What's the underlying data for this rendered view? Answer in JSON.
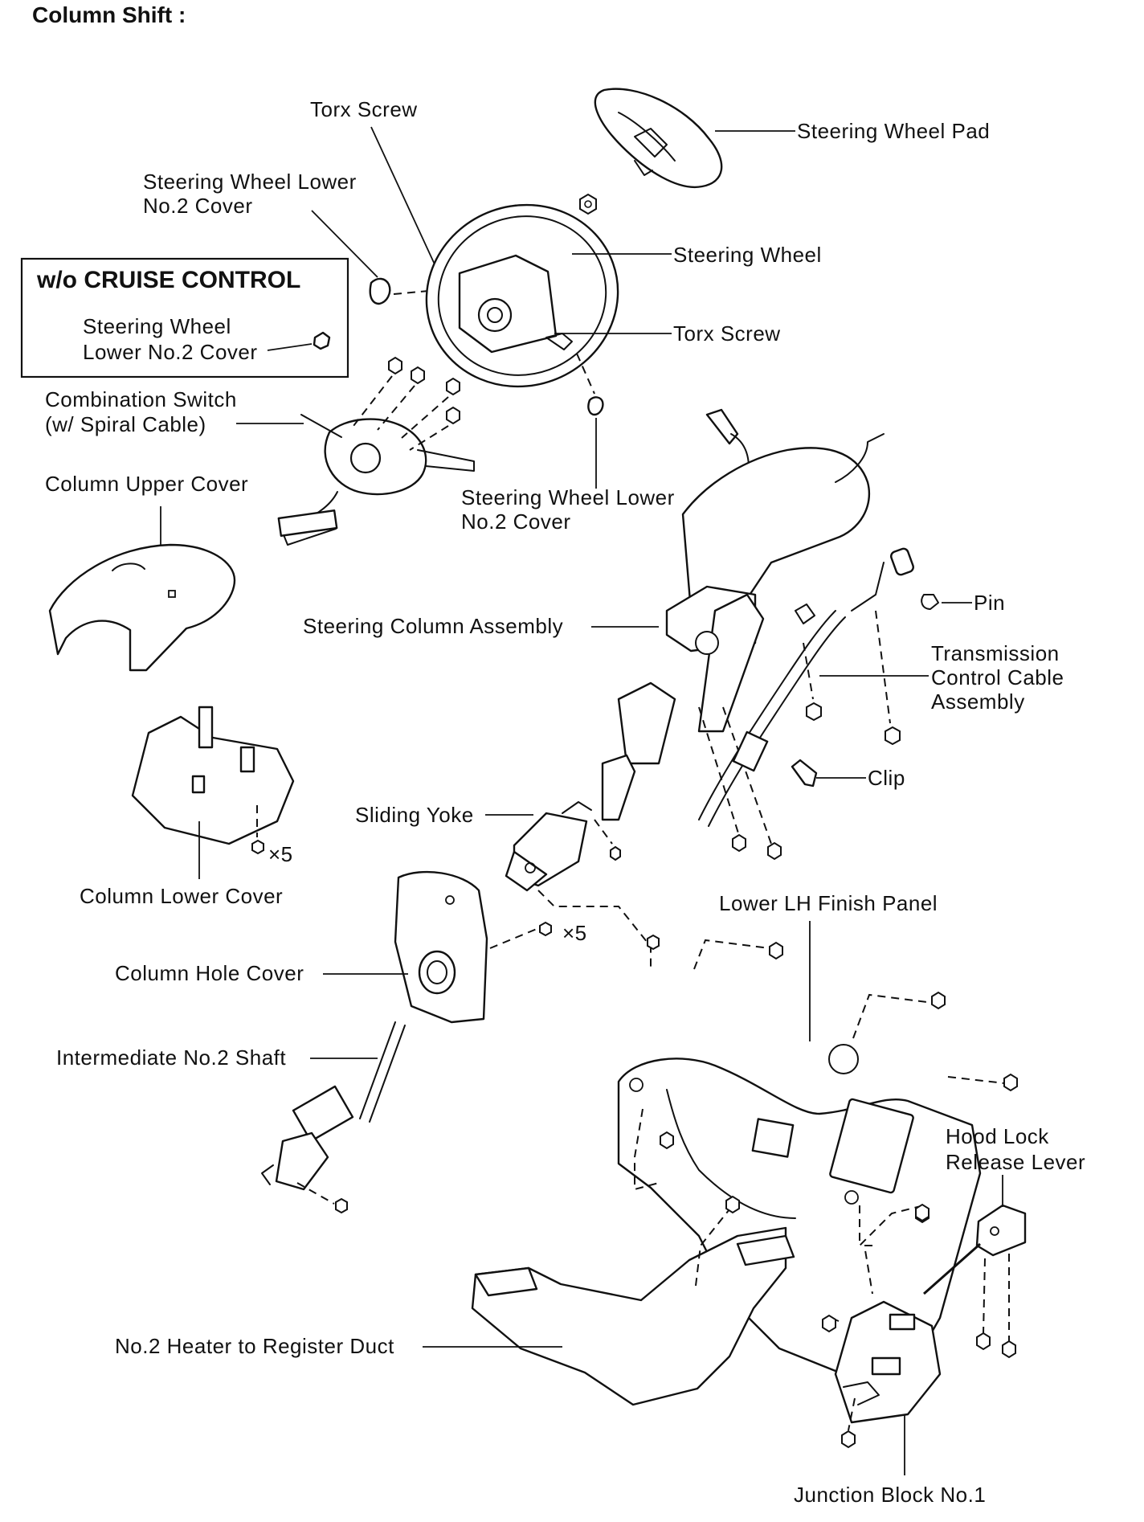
{
  "title": "Column Shift :",
  "inset_box": {
    "title": "w/o CRUISE CONTROL",
    "label_line1": "Steering Wheel",
    "label_line2": "Lower No.2 Cover"
  },
  "labels": {
    "torx_screw_top": "Torx Screw",
    "steering_wheel_pad": "Steering Wheel Pad",
    "sw_lower_no2_cover_a_line1": "Steering Wheel Lower",
    "sw_lower_no2_cover_a_line2": "No.2 Cover",
    "steering_wheel": "Steering Wheel",
    "torx_screw_right": "Torx Screw",
    "combination_switch_line1": "Combination Switch",
    "combination_switch_line2": "(w/  Spiral Cable)",
    "column_upper_cover": "Column Upper Cover",
    "sw_lower_no2_cover_b_line1": "Steering Wheel Lower",
    "sw_lower_no2_cover_b_line2": "No.2 Cover",
    "pin": "Pin",
    "steering_column_assembly": "Steering Column Assembly",
    "transmission_cable_line1": "Transmission",
    "transmission_cable_line2": "Control Cable",
    "transmission_cable_line3": "Assembly",
    "clip": "Clip",
    "sliding_yoke": "Sliding Yoke",
    "qty_x5_lower": "×5",
    "column_lower_cover": "Column Lower Cover",
    "lower_lh_finish_panel": "Lower LH Finish Panel",
    "qty_x5_hole": "×5",
    "column_hole_cover": "Column Hole Cover",
    "intermediate_shaft": "Intermediate No.2 Shaft",
    "hood_lock_line1": "Hood Lock",
    "hood_lock_line2": "Release Lever",
    "heater_duct": "No.2 Heater to Register Duct",
    "junction_block": "Junction Block No.1"
  }
}
